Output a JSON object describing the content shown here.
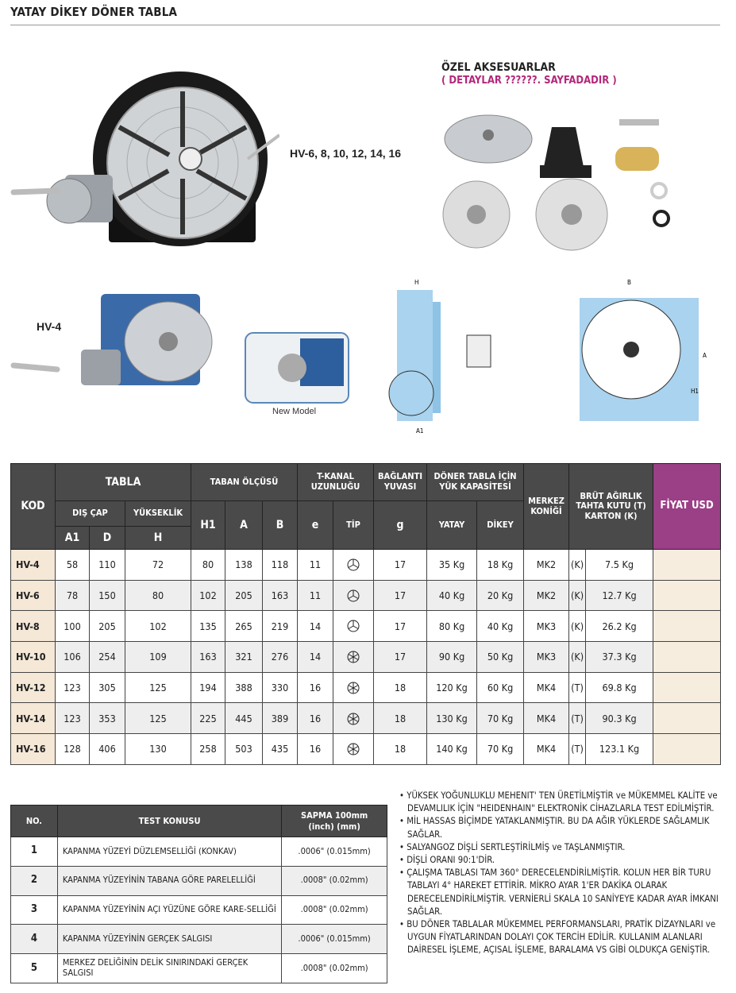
{
  "title": "YATAY DİKEY DÖNER TABLA",
  "images": {
    "hv_large_label": "HV-6, 8, 10, 12, 14, 16",
    "hv4_label": "HV-4",
    "new_model_caption": "New Model",
    "accessories_title": "ÖZEL AKSESUARLAR",
    "accessories_subtitle": "( DETAYLAR ??????. SAYFADADIR )",
    "dim_labels": {
      "h": "H",
      "a1": "A1",
      "b": "B",
      "a": "A",
      "h1": "H1"
    }
  },
  "spec_table": {
    "headers": {
      "kod": "KOD",
      "tabla": "TABLA",
      "dis_cap": "DIŞ ÇAP",
      "yukseklik": "YÜKSEKLİK",
      "a1": "A1",
      "d": "D",
      "h": "H",
      "taban": "TABAN ÖLÇÜSÜ",
      "h1": "H1",
      "a": "A",
      "b": "B",
      "tkanal": "T-KANAL UZUNLUĞU",
      "e": "e",
      "tip": "TİP",
      "baglanti": "BAĞLANTI YUVASI",
      "g": "g",
      "yuk": "DÖNER TABLA İÇİN YÜK KAPASİTESİ",
      "yatay": "YATAY",
      "dikey": "DİKEY",
      "merkez": "MERKEZ KONİĞİ",
      "brut": "BRÜT AĞIRLIK TAHTA KUTU (T) KARTON (K)",
      "fiyat": "FİYAT USD"
    },
    "rows": [
      {
        "kod": "HV-4",
        "a1": "58",
        "d": "110",
        "h": "72",
        "h1": "80",
        "a": "138",
        "b": "118",
        "e": "11",
        "tip": "3-slot",
        "g": "17",
        "yatay": "35 Kg",
        "dikey": "18 Kg",
        "merkez": "MK2",
        "pack": "(K)",
        "weight": "7.5 Kg"
      },
      {
        "kod": "HV-6",
        "a1": "78",
        "d": "150",
        "h": "80",
        "h1": "102",
        "a": "205",
        "b": "163",
        "e": "11",
        "tip": "3-slot",
        "g": "17",
        "yatay": "40 Kg",
        "dikey": "20 Kg",
        "merkez": "MK2",
        "pack": "(K)",
        "weight": "12.7 Kg"
      },
      {
        "kod": "HV-8",
        "a1": "100",
        "d": "205",
        "h": "102",
        "h1": "135",
        "a": "265",
        "b": "219",
        "e": "14",
        "tip": "3-slot",
        "g": "17",
        "yatay": "80 Kg",
        "dikey": "40 Kg",
        "merkez": "MK3",
        "pack": "(K)",
        "weight": "26.2 Kg"
      },
      {
        "kod": "HV-10",
        "a1": "106",
        "d": "254",
        "h": "109",
        "h1": "163",
        "a": "321",
        "b": "276",
        "e": "14",
        "tip": "6-slot",
        "g": "17",
        "yatay": "90 Kg",
        "dikey": "50 Kg",
        "merkez": "MK3",
        "pack": "(K)",
        "weight": "37.3 Kg"
      },
      {
        "kod": "HV-12",
        "a1": "123",
        "d": "305",
        "h": "125",
        "h1": "194",
        "a": "388",
        "b": "330",
        "e": "16",
        "tip": "6-slot",
        "g": "18",
        "yatay": "120 Kg",
        "dikey": "60 Kg",
        "merkez": "MK4",
        "pack": "(T)",
        "weight": "69.8 Kg"
      },
      {
        "kod": "HV-14",
        "a1": "123",
        "d": "353",
        "h": "125",
        "h1": "225",
        "a": "445",
        "b": "389",
        "e": "16",
        "tip": "6-slot",
        "g": "18",
        "yatay": "130 Kg",
        "dikey": "70 Kg",
        "merkez": "MK4",
        "pack": "(T)",
        "weight": "90.3 Kg"
      },
      {
        "kod": "HV-16",
        "a1": "128",
        "d": "406",
        "h": "130",
        "h1": "258",
        "a": "503",
        "b": "435",
        "e": "16",
        "tip": "6-slot",
        "g": "18",
        "yatay": "140 Kg",
        "dikey": "70 Kg",
        "merkez": "MK4",
        "pack": "(T)",
        "weight": "123.1 Kg"
      }
    ]
  },
  "test_table": {
    "headers": {
      "no": "NO.",
      "konu": "TEST KONUSU",
      "sapma_1": "SAPMA 100mm",
      "sapma_2": "(inch) (mm)"
    },
    "rows": [
      {
        "no": "1",
        "konu": "KAPANMA YÜZEYİ DÜZLEMSELLİĞİ (KONKAV)",
        "sapma": ".0006\" (0.015mm)"
      },
      {
        "no": "2",
        "konu": "KAPANMA YÜZEYİNİN TABANA GÖRE PARELELLİĞİ",
        "sapma": ".0008\" (0.02mm)"
      },
      {
        "no": "3",
        "konu": "KAPANMA YÜZEYİNİN AÇI YÜZÜNE GÖRE KARE-SELLİĞİ",
        "sapma": ".0008\" (0.02mm)"
      },
      {
        "no": "4",
        "konu": "KAPANMA YÜZEYİNİN GERÇEK SALGISI",
        "sapma": ".0006\" (0.015mm)"
      },
      {
        "no": "5",
        "konu": "MERKEZ DELİĞİNİN DELİK SINIRINDAKİ GERÇEK SALGISI",
        "sapma": ".0008\" (0.02mm)"
      }
    ]
  },
  "features": [
    "YÜKSEK YOĞUNLUKLU MEHENIT' TEN ÜRETİLMİŞTİR ve MÜKEMMEL KALİTE ve DEVAMLILIK İÇİN \"HEIDENHAIN\" ELEKTRONİK CİHAZLARLA TEST EDİLMİŞTİR.",
    "MİL HASSAS BİÇİMDE YATAKLANMIŞTIR. BU DA AĞIR YÜKLERDE SAĞLAMLIK SAĞLAR.",
    "SALYANGOZ DİŞLİ SERTLEŞTİRİLMİŞ ve TAŞLANMIŞTIR.",
    "DİŞLİ ORANI 90:1'DİR.",
    "ÇALIŞMA TABLASI TAM 360° DERECELENDİRİLMİŞTİR. KOLUN HER BİR TURU TABLAYI 4° HAREKET ETTİRİR. MİKRO AYAR 1'ER DAKİKA OLARAK DERECELENDİRİLMİŞTİR. VERNİERLİ SKALA 10 SANİYEYE KADAR AYAR İMKANI SAĞLAR.",
    "BU DÖNER TABLALAR MÜKEMMEL PERFORMANSLARI, PRATİK DİZAYNLARI ve UYGUN FİYATLARINDAN DOLAYI ÇOK TERCİH EDİLİR. KULLANIM ALANLARI DAİRESEL İŞLEME, AÇISAL İŞLEME, BARALAMA VS GİBİ OLDUKÇA GENİŞTİR."
  ],
  "colors": {
    "header": "#4a4a4a",
    "price_header": "#9b3f86",
    "kod_bg": "#f5e8d7",
    "accent": "#b2287a"
  }
}
